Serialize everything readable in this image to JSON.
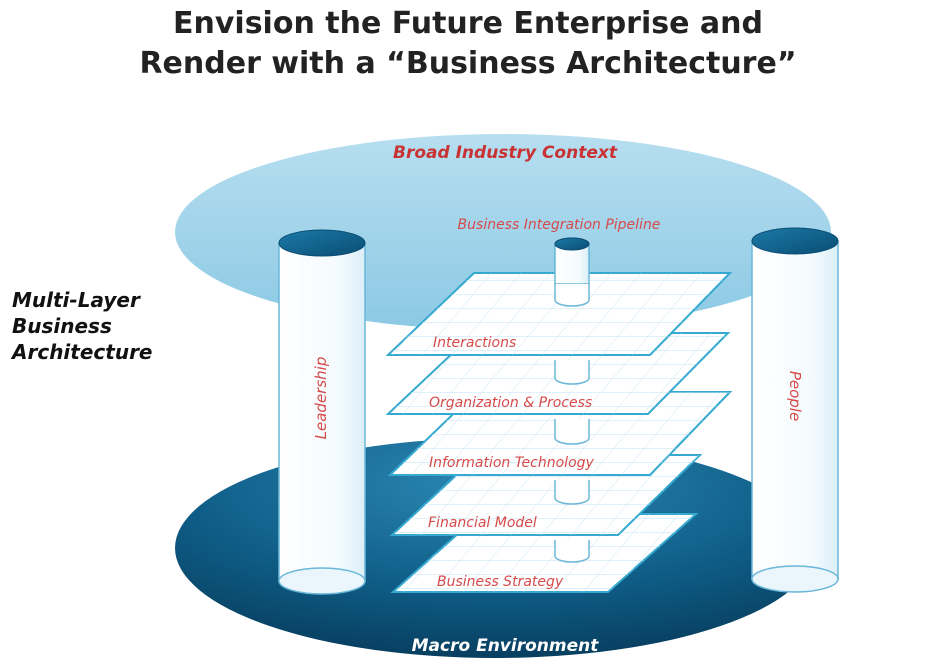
{
  "title": {
    "line1": "Envision the Future Enterprise and",
    "line2": "Render with a “Business Architecture”"
  },
  "side_label": {
    "line1": "Multi-Layer",
    "line2": "Business",
    "line3": "Architecture"
  },
  "diagram": {
    "top_context": "Broad Industry Context",
    "bottom_context": "Macro Environment",
    "pipeline": "Business Integration Pipeline",
    "left_pillar": "Leadership",
    "right_pillar": "People",
    "layers": [
      "Interactions",
      "Organization & Process",
      "Information Technology",
      "Financial Model",
      "Business Strategy"
    ]
  },
  "colors": {
    "top_disc": "#9fd2e8",
    "bottom_disc": "#0e5a82",
    "layer_outline": "#35a9d0",
    "label_red": "#d64a4a"
  }
}
